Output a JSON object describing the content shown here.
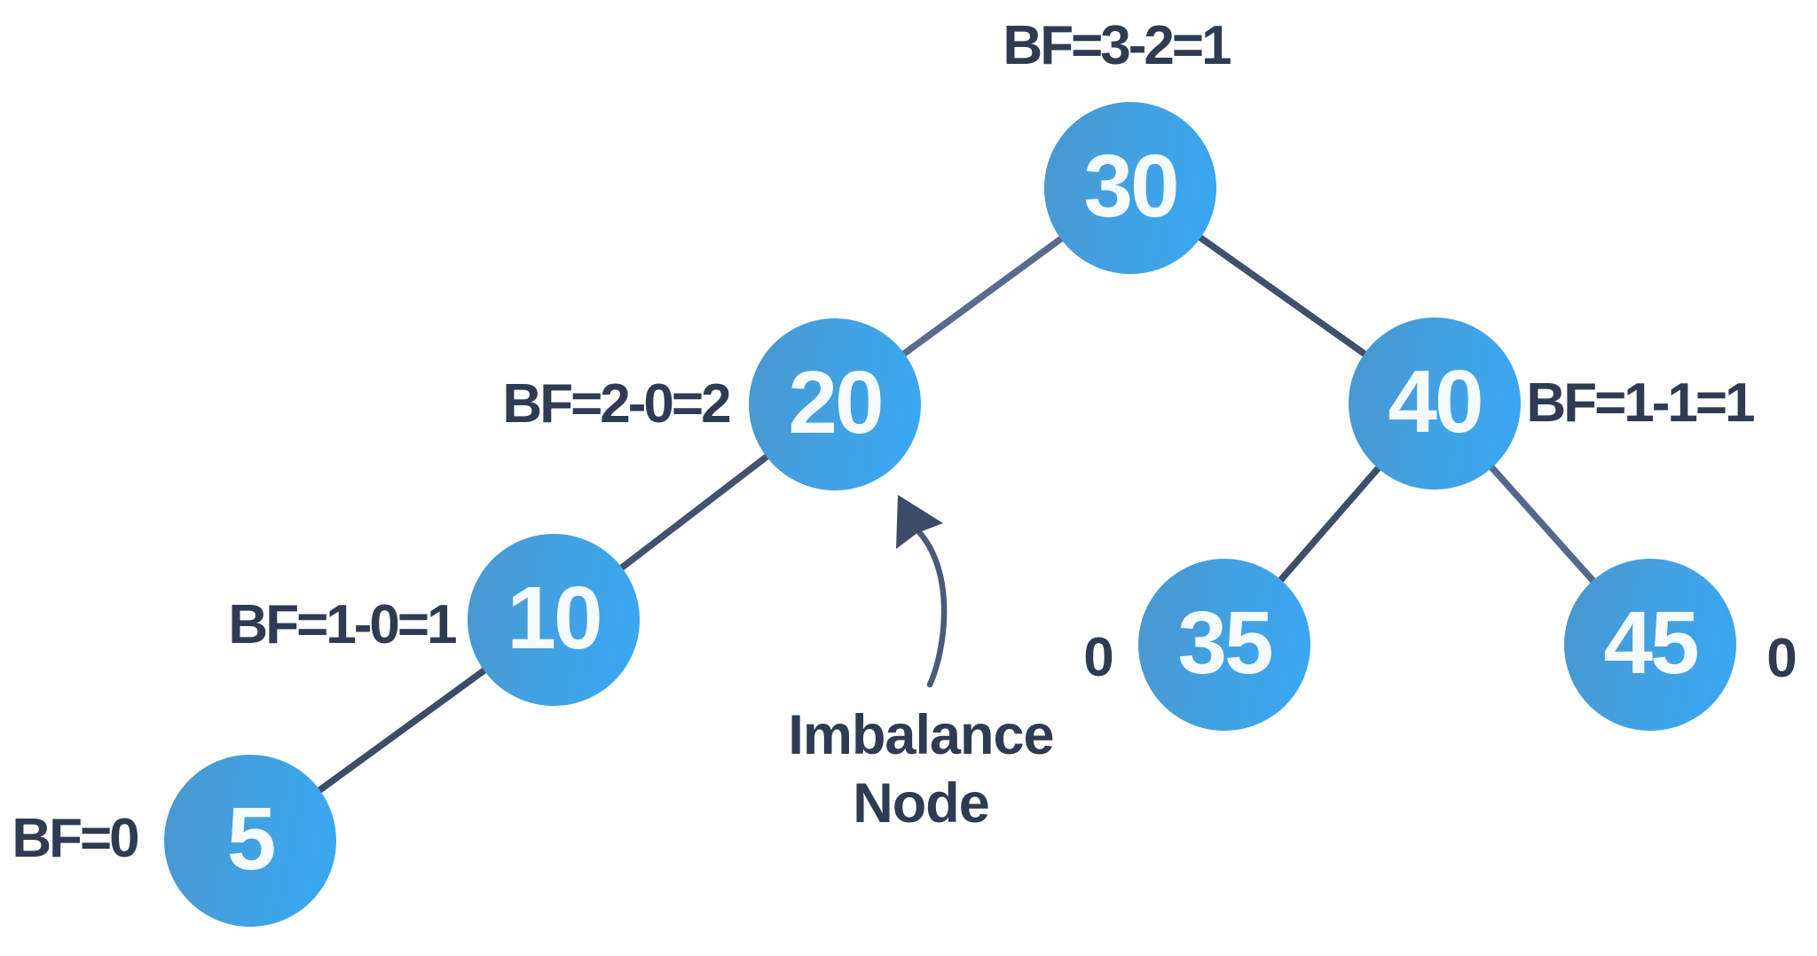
{
  "diagram": {
    "type": "avl-tree-balance-factors",
    "annotation": {
      "line1": "Imbalance",
      "line2": "Node"
    },
    "nodes": [
      {
        "value": "30",
        "bf": "BF=3-2=1",
        "bf_position": "above"
      },
      {
        "value": "20",
        "bf": "BF=2-0=2",
        "bf_position": "left"
      },
      {
        "value": "40",
        "bf": "BF=1-1=1",
        "bf_position": "right"
      },
      {
        "value": "10",
        "bf": "BF=1-0=1",
        "bf_position": "left"
      },
      {
        "value": "5",
        "bf": "BF=0",
        "bf_position": "left"
      },
      {
        "value": "35",
        "bf": "0",
        "bf_position": "left"
      },
      {
        "value": "45",
        "bf": "0",
        "bf_position": "right"
      }
    ],
    "edges": [
      {
        "from": "30",
        "to": "20"
      },
      {
        "from": "30",
        "to": "40"
      },
      {
        "from": "20",
        "to": "10"
      },
      {
        "from": "10",
        "to": "5"
      },
      {
        "from": "40",
        "to": "35"
      },
      {
        "from": "40",
        "to": "45"
      }
    ],
    "colors": {
      "background": "#FFFFFF",
      "node_gradient_start": "#4A97CF",
      "node_gradient_end": "#38A8F4",
      "node_text": "#F4FAFF",
      "edge": "#4A5A7C",
      "label_text": "#2E3B52",
      "arrow": "#44546F"
    }
  }
}
